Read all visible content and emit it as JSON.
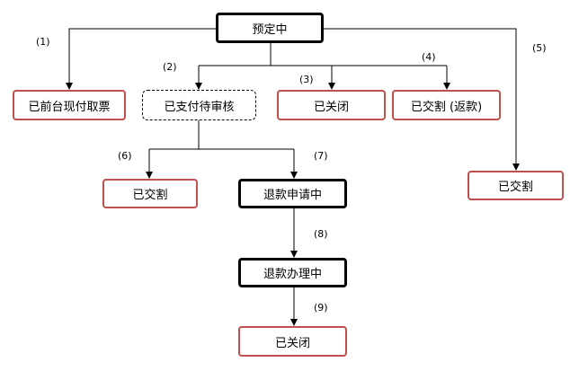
{
  "nodes": {
    "reserving": "预定中",
    "paid_at_desk": "已前台现付取票",
    "paid_pending_review": "已支付待审核",
    "closed_top": "已关闭",
    "settled_refund": "已交割 (返款)",
    "settled_right": "已交割",
    "settled_left": "已交割",
    "refund_applying": "退款申请中",
    "refund_processing": "退款办理中",
    "closed_bottom": "已关闭"
  },
  "steps": {
    "s1": "(1)",
    "s2": "(2)",
    "s3": "(3)",
    "s4": "(4)",
    "s5": "(5)",
    "s6": "(6)",
    "s7": "(7)",
    "s8": "(8)",
    "s9": "(9)"
  },
  "colors": {
    "final_state_border": "#c0504d",
    "state_border": "#000000"
  }
}
